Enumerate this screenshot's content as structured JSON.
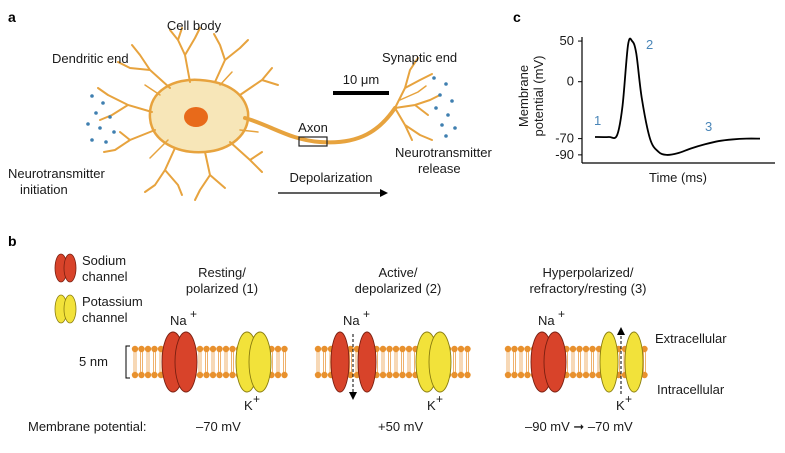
{
  "panel_a": {
    "letter": "a",
    "cell_body": "Cell body",
    "dendritic_end": "Dendritic end",
    "synaptic_end": "Synaptic end",
    "scale_bar": "10 μm",
    "axon": "Axon",
    "nt_initiation_1": "Neurotransmitter",
    "nt_initiation_2": "initiation",
    "nt_release_1": "Neurotransmitter",
    "nt_release_2": "release",
    "depolarization": "Depolarization"
  },
  "panel_c": {
    "letter": "c",
    "ylabel_1": "Membrane",
    "ylabel_2": "potential (mV)",
    "xlabel": "Time (ms)",
    "chart_data": {
      "type": "line",
      "x": [
        0,
        0.5,
        0.8,
        1.0,
        1.2,
        1.35,
        1.5,
        1.7,
        2.0,
        2.3,
        2.6,
        3.0,
        3.5,
        4.0,
        4.5,
        5.0,
        5.5,
        6.0
      ],
      "y": [
        -68,
        -68,
        -66,
        -30,
        45,
        50,
        35,
        -20,
        -70,
        -86,
        -90,
        -88,
        -82,
        -77,
        -73,
        -71,
        -70,
        -70
      ],
      "yticks": [
        "50",
        "0",
        "-70",
        "-90"
      ],
      "ylim": [
        -100,
        55
      ],
      "annotations": [
        "1",
        "2",
        "3"
      ]
    }
  },
  "panel_b": {
    "letter": "b",
    "legend_sodium_1": "Sodium",
    "legend_sodium_2": "channel",
    "legend_potassium_1": "Potassium",
    "legend_potassium_2": "channel",
    "state1_title_1": "Resting/",
    "state1_title_2": "polarized (1)",
    "state2_title_1": "Active/",
    "state2_title_2": "depolarized (2)",
    "state3_title_1": "Hyperpolarized/",
    "state3_title_2": "refractory/resting (3)",
    "na": "Na",
    "k": "K",
    "plus": "+",
    "thickness": "5 nm",
    "extracellular": "Extracellular",
    "intracellular": "Intracellular",
    "mp_label": "Membrane potential:",
    "mp1": "–70 mV",
    "mp2": "+50 mV",
    "mp3": "–90 mV ➞ –70 mV"
  },
  "colors": {
    "neuron": "#e7a33e",
    "nucleus": "#e86a1a",
    "dots": "#3f7fb0",
    "sodium": "#d8432a",
    "potassium": "#f2e23a",
    "lipid": "#e8912e"
  }
}
